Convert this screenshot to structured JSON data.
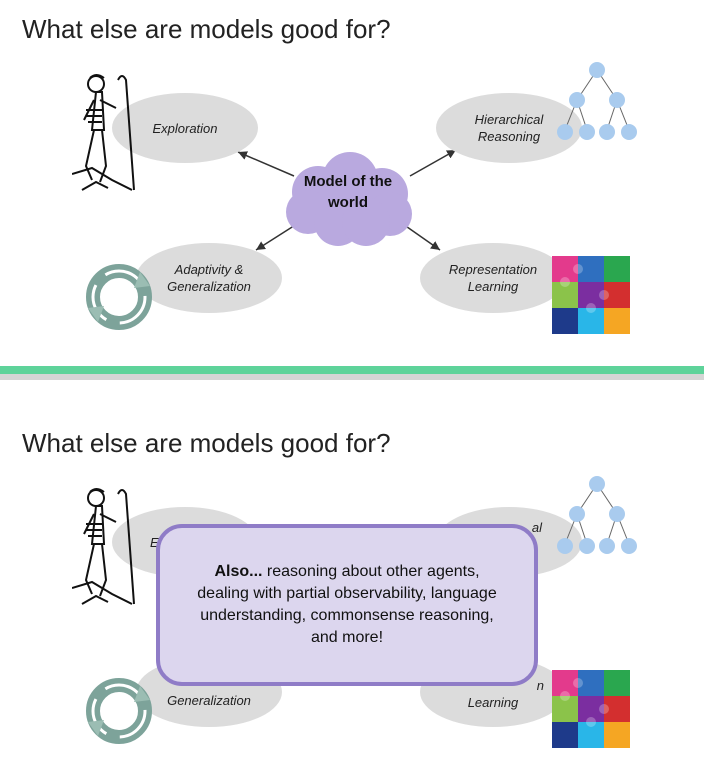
{
  "slide1": {
    "title": "What else are models good for?",
    "center": "Model of the world",
    "nodes": {
      "exploration": "Exploration",
      "hierarchical": "Hierarchical Reasoning",
      "adaptivity": "Adaptivity & Generalization",
      "representation": "Representation Learning"
    }
  },
  "slide2": {
    "title": "What else are models good for?",
    "partial_left_letter": "E",
    "partial_hier": "al",
    "partial_rep": "n",
    "adaptivity_visible": "Generalization",
    "representation_visible": "Learning",
    "callout_bold": "Also...",
    "callout_text": " reasoning about other agents, dealing with partial observability, language understanding, commonsense reasoning, and more!"
  },
  "colors": {
    "divider": "#5ed39a",
    "cloud": "#b9a9df",
    "callout_fill": "#dcd6ee",
    "callout_border": "#8f7cc7",
    "tree_node": "#a9cbee"
  },
  "icons": [
    "hiker-icon",
    "tree-icon",
    "cycle-arrows-icon",
    "puzzle-icon"
  ]
}
